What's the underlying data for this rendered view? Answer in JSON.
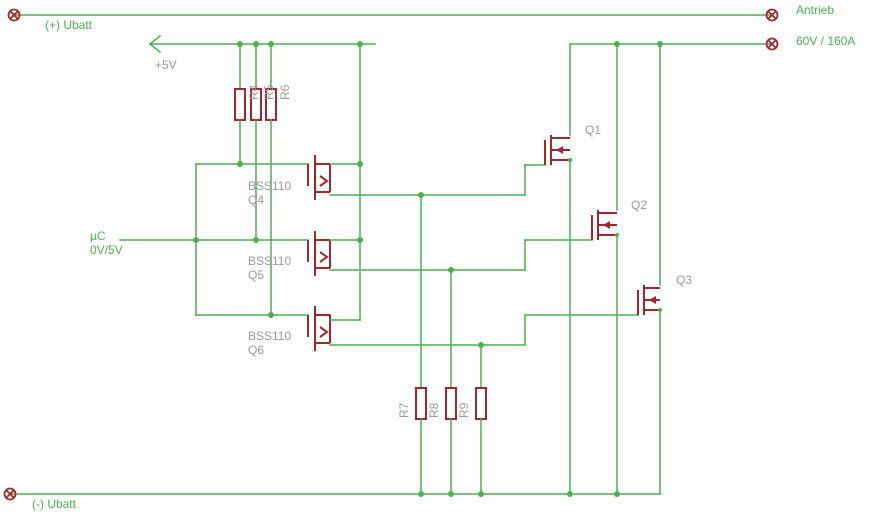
{
  "nets": {
    "ubatt_plus": "(+) Ubatt",
    "ubatt_minus": "(-) Ubatt",
    "antrieb": "Antrieb",
    "rating": "60V / 160A",
    "vcc": "+5V",
    "uc_line1": "µC",
    "uc_line2": "0V/5V"
  },
  "parts": {
    "r_pullup_1": "R4",
    "r_pullup_2": "R5",
    "r_pullup_3": "R6",
    "r7": "R7",
    "r8": "R8",
    "r9": "R9",
    "q1": "Q1",
    "q2": "Q2",
    "q3": "Q3",
    "q4_type": "BSS110",
    "q4": "Q4",
    "q5_type": "BSS110",
    "q5": "Q5",
    "q6_type": "BSS110",
    "q6": "Q6"
  },
  "colors": {
    "wire": "#4caf50",
    "component": "#a0282d",
    "part_label": "#9a9a9a"
  }
}
